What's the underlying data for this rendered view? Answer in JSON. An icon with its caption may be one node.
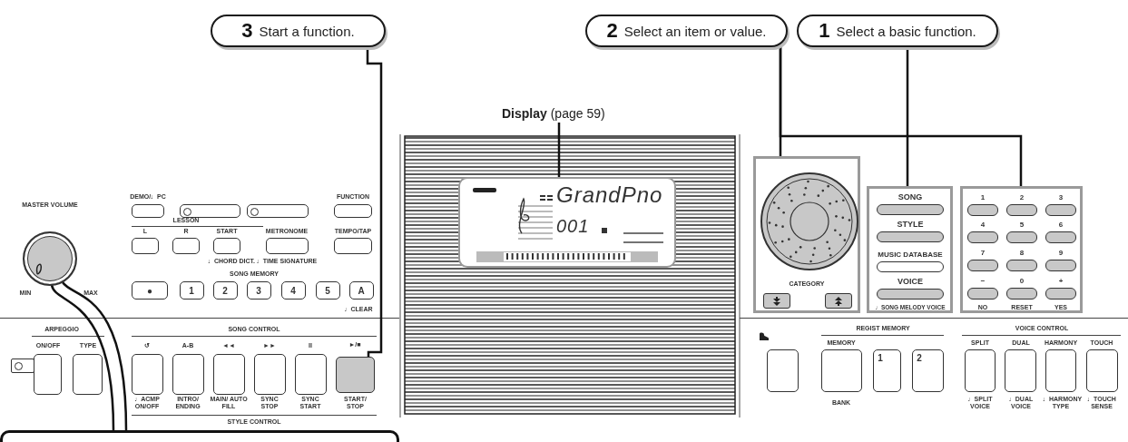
{
  "diagram": {
    "nodes": [
      {
        "text": [
          "3",
          "Start a function."
        ]
      },
      {
        "text": [
          "2",
          "Select an item or value."
        ]
      },
      {
        "text": [
          "1",
          "Select a basic function."
        ]
      },
      {
        "text": [
          "**Display** (page 59)"
        ]
      },
      {
        "text": [
          "GrandPno",
          "001"
        ]
      },
      {
        "text": [
          "CATEGORY"
        ]
      },
      {
        "text": [
          "SONG",
          "STYLE",
          "MUSIC DATABASE",
          "VOICE",
          "♩SONG MELODY VOICE"
        ]
      },
      {
        "text": [
          "1",
          "2",
          "3",
          "4",
          "5",
          "6",
          "7",
          "8",
          "9",
          "−",
          "0",
          "+",
          "NO",
          "RESET",
          "YES"
        ]
      },
      {
        "text": [
          "START/ STOP"
        ]
      },
      {
        "text": [],
        "shape": "circle"
      },
      {
        "text": [],
        "shape": "box"
      }
    ],
    "edges": [
      {
        "from": 0,
        "to": 8,
        "arrow": "none"
      },
      {
        "from": 3,
        "to": 4,
        "arrow": "none"
      },
      {
        "from": 1,
        "to": 5,
        "arrow": "none"
      },
      {
        "from": 1,
        "to": 7,
        "arrow": "none"
      },
      {
        "from": 2,
        "to": 6,
        "arrow": "none"
      },
      {
        "from": 9,
        "to": 10,
        "arrow": "none"
      }
    ],
    "labels": [
      "MASTER VOLUME",
      "MIN",
      "MAX",
      "DEMO/♩PC",
      "FUNCTION",
      "LESSON",
      "L",
      "R",
      "START",
      "♩CHORD DICT.",
      "METRONOME",
      "♩TIME SIGNATURE",
      "TEMPO/TAP",
      "SONG MEMORY",
      "●",
      "1",
      "2",
      "3",
      "4",
      "5",
      "A",
      "♩CLEAR",
      "ARPEGGIO",
      "ON/OFF",
      "TYPE",
      "SONG CONTROL",
      "↺",
      "A-B",
      "◄◄",
      "►►",
      "II",
      "►/■",
      "♩ACMP ON/OFF",
      "INTRO/ ENDING",
      "MAIN/ AUTO FILL",
      "SYNC STOP",
      "SYNC START",
      "STYLE CONTROL",
      "REGIST MEMORY",
      "MEMORY",
      "1",
      "2",
      "BANK",
      "VOICE CONTROL",
      "SPLIT",
      "DUAL",
      "HARMONY",
      "TOUCH",
      "♩SPLIT VOICE",
      "♩DUAL VOICE",
      "♩HARMONY TYPE",
      "♩TOUCH SENSE"
    ]
  }
}
